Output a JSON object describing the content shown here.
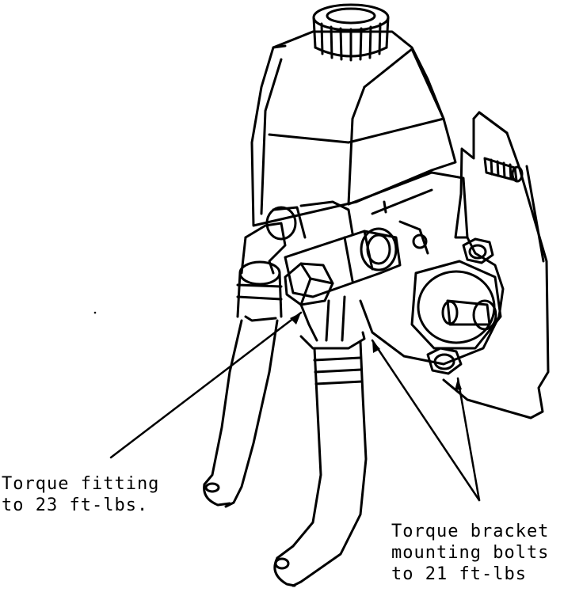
{
  "callouts": {
    "fitting": {
      "line1": "Torque fitting",
      "line2": "to 23 ft-lbs."
    },
    "bracket": {
      "line1": "Torque bracket",
      "line2": "mounting bolts",
      "line3": "to 21 ft-lbs"
    }
  },
  "colors": {
    "ink": "#000000",
    "paper": "#ffffff"
  }
}
